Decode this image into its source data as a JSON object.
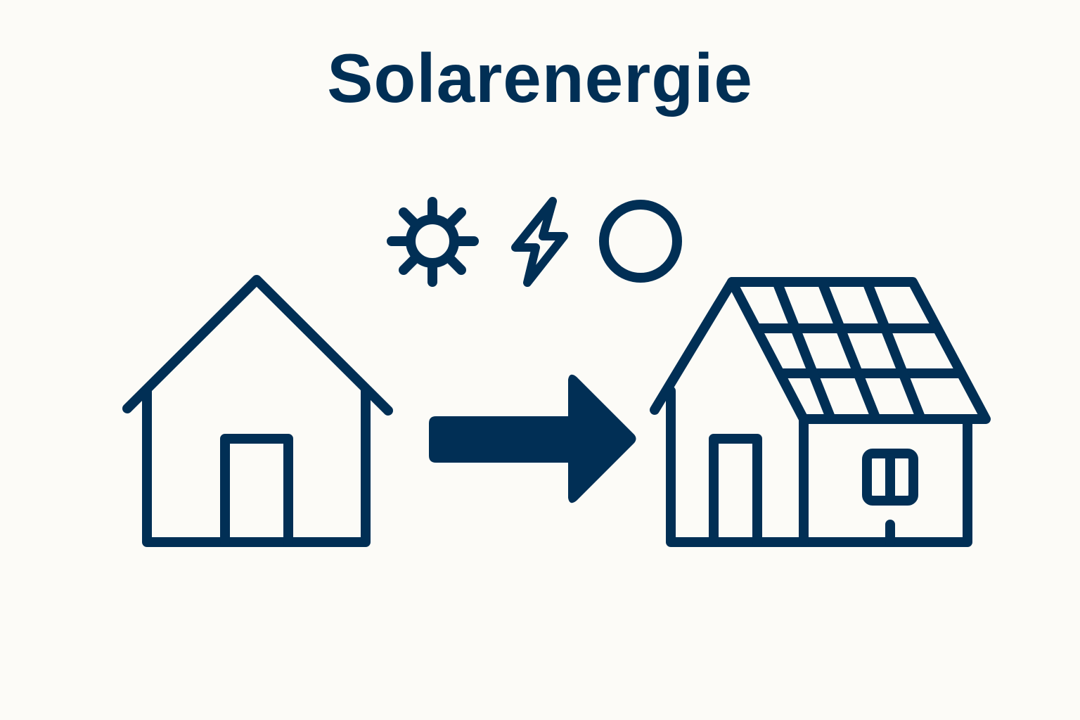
{
  "title": "Solarenergie",
  "colors": {
    "background": "#fcfbf7",
    "primary": "#012f55"
  },
  "icons": {
    "top_row": [
      "sun-icon",
      "lightning-bolt-icon",
      "circle-icon"
    ],
    "left": "house-icon",
    "middle": "arrow-right-icon",
    "right": "house-with-solar-panels-icon"
  },
  "solar_panel_grid": {
    "rows": 3,
    "columns": 4
  }
}
